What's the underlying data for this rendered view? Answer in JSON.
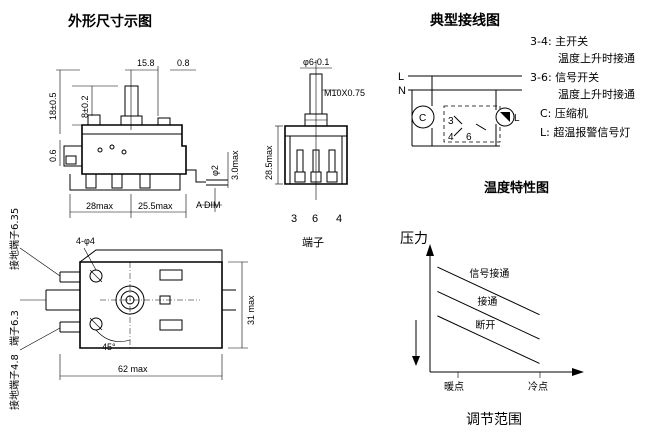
{
  "titles": {
    "outline": "外形尺寸示图",
    "wiring": "典型接线图",
    "temp_char": "温度特性图"
  },
  "side_view": {
    "dim_shaft_dia": "15.8",
    "dim_offset": "0.8",
    "dim_height_8": "8±0.2",
    "dim_height_18": "18±0.5",
    "dim_06": "0.6",
    "dim_28max": "28max",
    "dim_255max": "25.5max",
    "dim_a_dim": "A DIM",
    "dim_phi2": "φ2",
    "dim_3max": "3.0max"
  },
  "front_view": {
    "dim_shaft": "φ6-0.1",
    "dim_thread": "M10X0.75",
    "dim_285max": "28.5max",
    "terminals": [
      "3",
      "6",
      "4"
    ],
    "terminal_label": "端子"
  },
  "bottom_view": {
    "dim_phi4": "4-φ4",
    "dim_45": "45°",
    "dim_31max": "31 max",
    "dim_62max": "62 max",
    "ground_terminal_1": "接地端子6.35",
    "terminal_63": "端子6.3",
    "ground_terminal_2": "接地端子4.8"
  },
  "wiring": {
    "line_l": "L",
    "line_n": "N",
    "comp_c": "C",
    "lamp_l": "L",
    "term_3": "3",
    "term_4": "4",
    "term_6": "6",
    "legend": [
      "3-4: 主开关",
      "温度上升时接通",
      "3-6: 信号开关",
      "温度上升时接通",
      "C: 压缩机",
      "L: 超温报警信号灯"
    ]
  },
  "chart_data": {
    "type": "line",
    "title": "温度特性图",
    "ylabel": "压力",
    "xlabel": "调节范围",
    "x_ticks": [
      "暖点",
      "冷点"
    ],
    "series": [
      {
        "name": "信号接通",
        "values": [
          [
            0.05,
            0.86
          ],
          [
            0.74,
            0.47
          ]
        ]
      },
      {
        "name": "接通",
        "values": [
          [
            0.05,
            0.66
          ],
          [
            0.74,
            0.27
          ]
        ]
      },
      {
        "name": "断开",
        "values": [
          [
            0.05,
            0.46
          ],
          [
            0.74,
            0.07
          ]
        ]
      }
    ],
    "grid": false
  }
}
